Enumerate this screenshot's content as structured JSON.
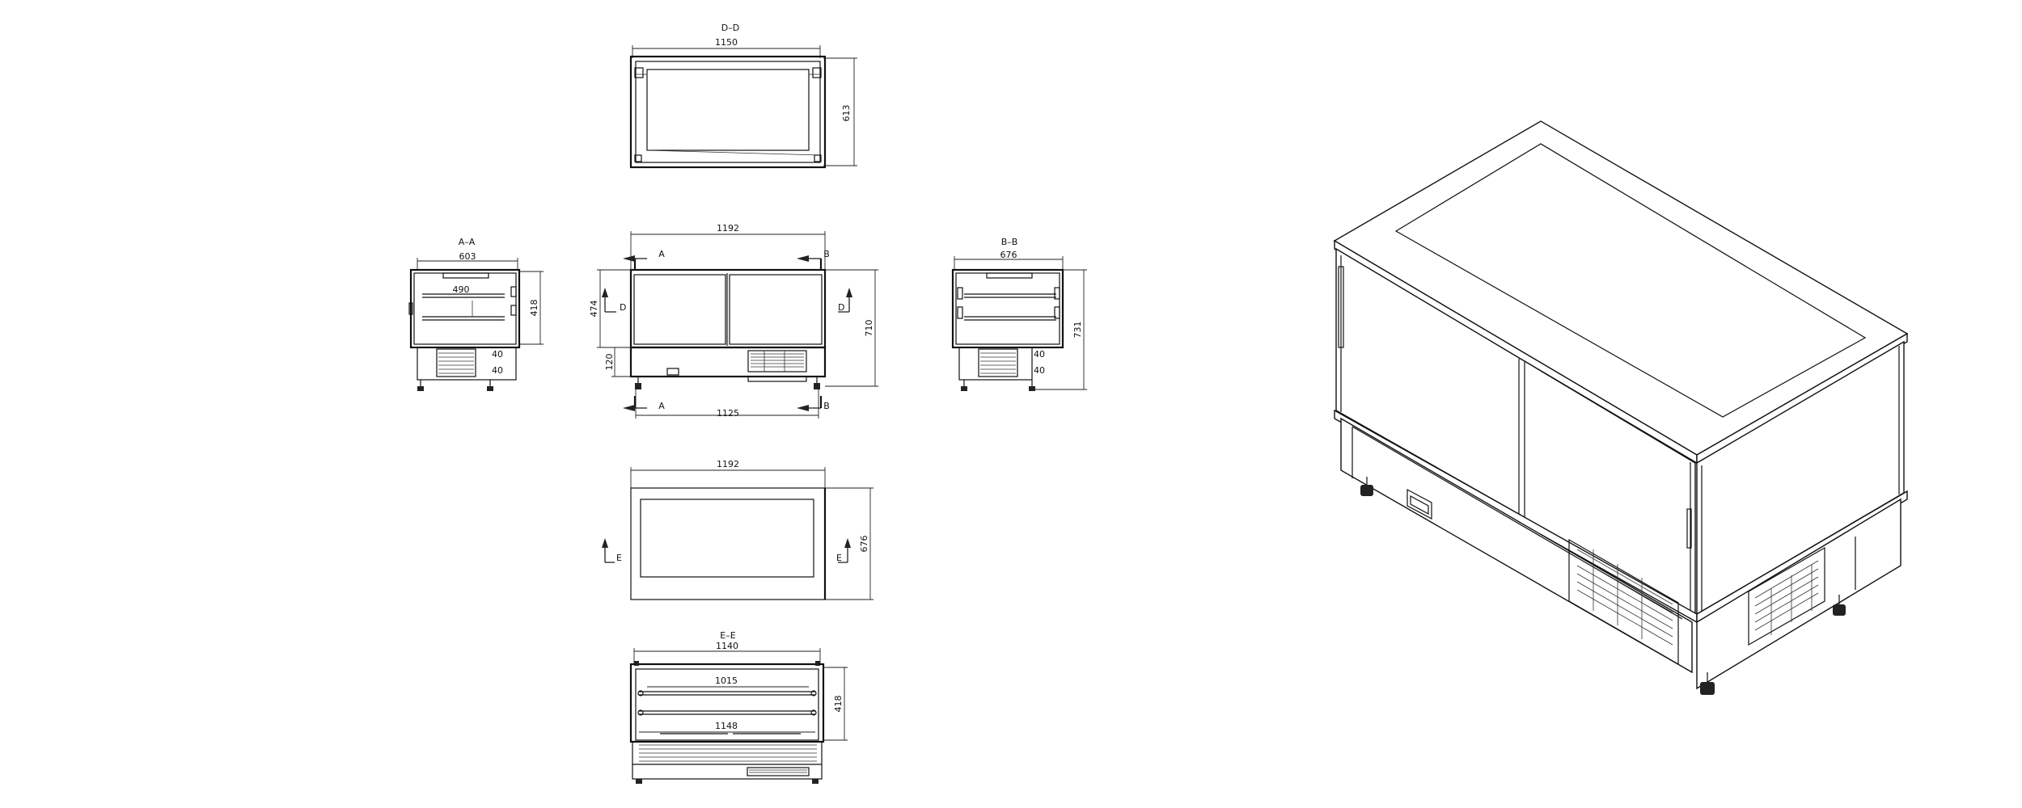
{
  "sections": {
    "dd": "D–D",
    "aa": "A–A",
    "bb": "B–B",
    "ee": "E–E"
  },
  "markers": {
    "a": "A",
    "b": "B",
    "d": "D",
    "e": "E"
  },
  "dimensions": {
    "top_width": "1150",
    "top_depth": "613",
    "front_width": "1192",
    "front_door_height": "474",
    "front_base_height": "120",
    "front_total_height": "710",
    "front_base_width": "1125",
    "aa_width": "603",
    "aa_inner": "490",
    "aa_height": "418",
    "bb_width": "676",
    "bb_height": "731",
    "plan_width": "1192",
    "plan_depth": "676",
    "ee_width": "1140",
    "ee_shelf": "1015",
    "ee_height": "418",
    "ee_lower": "1148",
    "small_40": "40"
  },
  "colors": {
    "line": "#111111",
    "background": "#ffffff"
  }
}
